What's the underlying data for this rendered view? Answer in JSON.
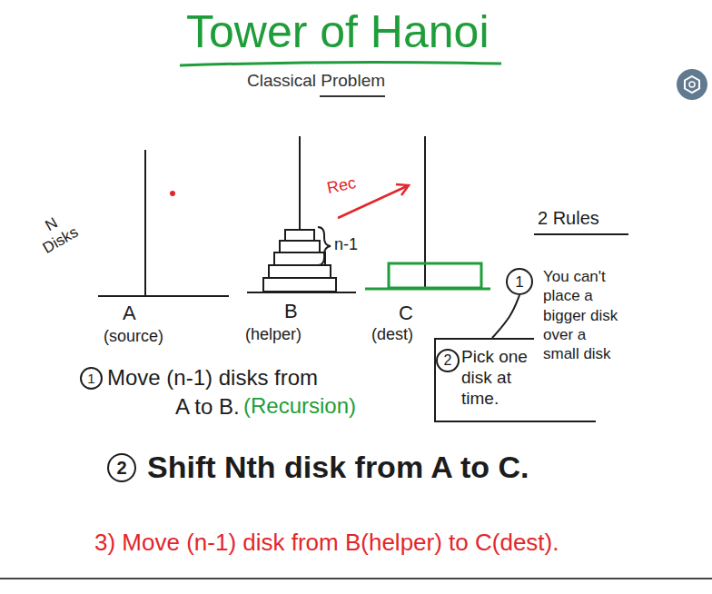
{
  "diagram": {
    "title": "Tower of Hanoi",
    "nodes": [
      {
        "text": [
          "1"
        ]
      },
      {
        "text": [
          "Pick one disk at time."
        ]
      },
      {
        "text": [
          "2"
        ],
        "in": 1
      },
      {
        "text": [
          "1"
        ]
      },
      {
        "text": [
          "2"
        ]
      }
    ],
    "edges": [
      {
        "from": 0,
        "to": 1,
        "arrow": "none"
      }
    ],
    "labels": [
      "Classical Problem",
      "N Disks",
      "Rec",
      "n-1",
      "2 Rules",
      "You can't place a bigger disk over a small disk",
      "A",
      "(source)",
      "B",
      "(helper)",
      "C",
      "(dest)",
      "Move (n-1) disks from A to B.",
      "(Recursion)",
      "Shift Nth disk from A to C.",
      "3) Move (n-1) disk from B(helper) to C(dest)."
    ]
  }
}
